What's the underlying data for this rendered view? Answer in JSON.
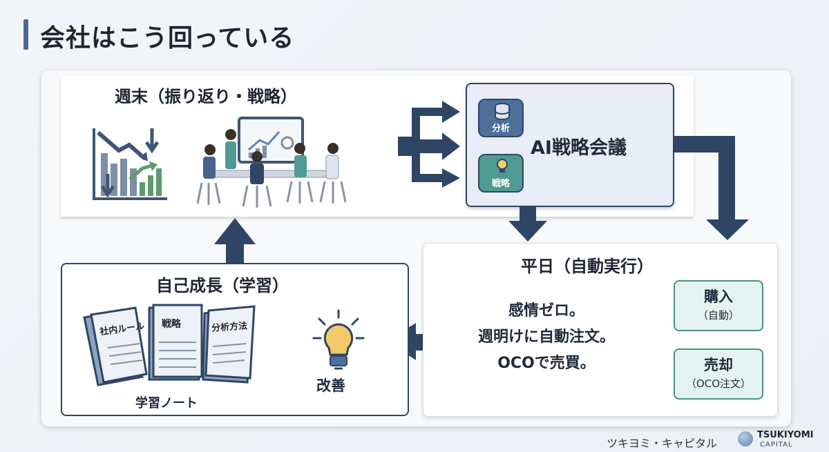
{
  "title": "会社はこう回っている",
  "weekend": {
    "heading": "週末（振り返り・戦略）"
  },
  "ai_meeting": {
    "title": "AI戦略会議",
    "bubble_analysis": "分析",
    "bubble_strategy": "戦略"
  },
  "weekday": {
    "heading": "平日（自動実行）",
    "body_lines": [
      "感情ゼロ。",
      "週明けに自動注文。",
      "OCOで売買。"
    ],
    "buy_label": "購入",
    "buy_sub": "（自動）",
    "sell_label": "売却",
    "sell_sub": "（OCO注文）"
  },
  "growth": {
    "heading": "自己成長（学習）",
    "note_titles": [
      "社内ルール",
      "戦略",
      "分析方法"
    ],
    "note_caption": "学習ノート",
    "improvement_label": "改善"
  },
  "footer": {
    "company_jp": "ツキヨミ・キャピタル",
    "logo_main": "TSUKIYOMI",
    "logo_sub": "CAPITAL"
  },
  "colors": {
    "navy": "#2f4566",
    "blue": "#4d6f9a",
    "teal": "#4f9a92",
    "mint": "#e4f3ef"
  }
}
